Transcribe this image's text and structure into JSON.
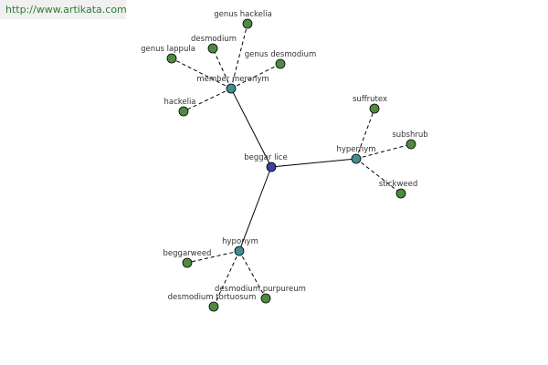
{
  "banner": {
    "url": "http://www.artikata.com"
  },
  "colors": {
    "root": "#3a3fa0",
    "relation": "#3f8f8f",
    "leaf": "#4f8a3f",
    "edge": "#000000"
  },
  "graph": {
    "root": {
      "id": "root",
      "label": "beggar lice"
    },
    "relations": [
      {
        "id": "member_meronym",
        "label": "member meronym"
      },
      {
        "id": "hypernym",
        "label": "hypernym"
      },
      {
        "id": "hyponym",
        "label": "hyponym"
      }
    ],
    "leaves": [
      {
        "id": "l1",
        "label": "genus hackelia",
        "parent": "member_meronym"
      },
      {
        "id": "l2",
        "label": "desmodium",
        "parent": "member_meronym"
      },
      {
        "id": "l3",
        "label": "genus lappula",
        "parent": "member_meronym"
      },
      {
        "id": "l4",
        "label": "genus desmodium",
        "parent": "member_meronym"
      },
      {
        "id": "l5",
        "label": "hackelia",
        "parent": "member_meronym"
      },
      {
        "id": "l6",
        "label": "suffrutex",
        "parent": "hypernym"
      },
      {
        "id": "l7",
        "label": "subshrub",
        "parent": "hypernym"
      },
      {
        "id": "l8",
        "label": "stickweed",
        "parent": "hypernym"
      },
      {
        "id": "l9",
        "label": "beggarweed",
        "parent": "hyponym"
      },
      {
        "id": "l10",
        "label": "desmodium purpureum",
        "parent": "hyponym"
      },
      {
        "id": "l11",
        "label": "desmodium tortuosum",
        "parent": "hyponym"
      }
    ]
  }
}
